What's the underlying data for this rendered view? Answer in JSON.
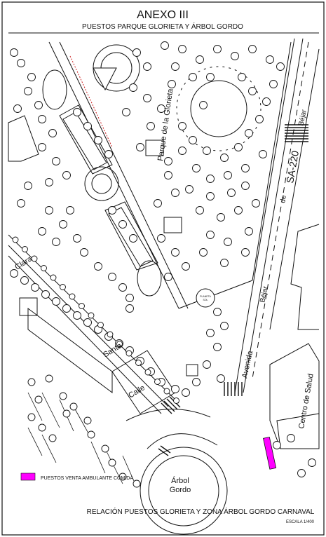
{
  "header": {
    "title": "ANEXO III",
    "subtitle": "PUESTOS PARQUE GLORIETA Y ÁRBOL GORDO"
  },
  "labels": {
    "park": "Parque de la Glorieta",
    "road_code": "SA-220",
    "bejar_top": "Béjar",
    "de": "de",
    "bejar_mid": "Béjar",
    "avenida": "Avenida",
    "clara": "Clara",
    "santa": "Santa",
    "calle": "Calle",
    "centro_salud": "Centro de Salud",
    "arbol": "Árbol",
    "gordo": "Gordo",
    "planeta_1": "PLANETA",
    "planeta_2": "SOL"
  },
  "legend": {
    "label": "PUESTOS VENTA AMBULANTE COMIDA",
    "color": "#ff00ff"
  },
  "footer": {
    "relacion": "RELACIÓN PUESTOS GLORIETA Y ZONA ÁRBOL GORDO CARNAVAL",
    "escala": "ESCALA 1/400"
  },
  "colors": {
    "line": "#111111",
    "stall": "#ff00ff",
    "dashed_red": "#cc2222"
  }
}
